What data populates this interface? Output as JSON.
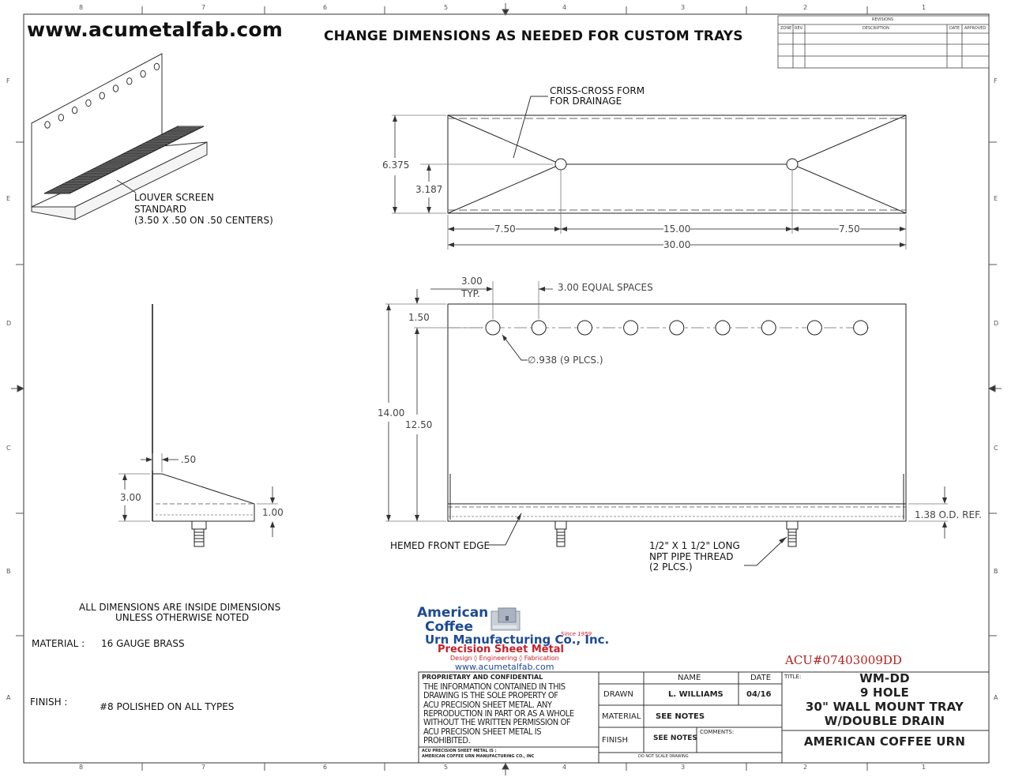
{
  "sheet": {
    "website": "www.acumetalfab.com",
    "heading": "CHANGE DIMENSIONS AS NEEDED FOR CUSTOM TRAYS",
    "zone_columns": [
      "8",
      "7",
      "6",
      "5",
      "4",
      "3",
      "2",
      "1"
    ],
    "zone_rows": [
      "F",
      "E",
      "D",
      "C",
      "B",
      "A"
    ]
  },
  "revisions": {
    "title": "REVISIONS",
    "columns": [
      "ZONE",
      "REV.",
      "DESCRIPTION",
      "DATE",
      "APPROVED"
    ]
  },
  "iso_view": {
    "callout": [
      "LOUVER SCREEN",
      "STANDARD",
      "(3.50 X .50 ON .50 CENTERS)"
    ]
  },
  "top_view": {
    "callout": [
      "CRISS-CROSS FORM",
      "FOR DRAINAGE"
    ],
    "dims": {
      "depth": "6.375",
      "half_depth": "3.187",
      "left": "7.50",
      "middle": "15.00",
      "right": "7.50",
      "overall": "30.00"
    }
  },
  "front_view": {
    "dims": {
      "spacing": "3.00",
      "typ": "TYP.",
      "equal_spaces": "3.00 EQUAL SPACES",
      "top_offset": "1.50",
      "hole_dia": "∅.938 (9 PLCS.)",
      "height": "14.00",
      "hole_height": "12.50",
      "od_ref": "1.38 O.D. REF."
    },
    "hole_count": 9,
    "callouts": {
      "hem": "HEMED FRONT EDGE",
      "thread": [
        "1/2\" X 1 1/2\" LONG",
        "NPT PIPE THREAD",
        "(2 PLCS.)"
      ]
    }
  },
  "side_view": {
    "dims": {
      "thickness": ".50",
      "tray_height": "3.00",
      "lip": "1.00"
    }
  },
  "notes": {
    "inside": [
      "ALL DIMENSIONS ARE INSIDE DIMENSIONS",
      "UNLESS OTHERWISE NOTED"
    ],
    "material_label": "MATERIAL :",
    "material_value": "16 GAUGE BRASS",
    "finish_label": "FINISH :",
    "finish_value": "#8 POLISHED ON ALL TYPES"
  },
  "logo": {
    "line1": "American",
    "line2": "Coffee",
    "line3": "Urn Manufacturing Co., Inc.",
    "since": "Since 1959",
    "psm": "Precision Sheet Metal",
    "tagline": "Design ◊ Engineering ◊ Fabrication",
    "url": "www.acumetalfab.com",
    "colors": {
      "blue": "#1d4a94",
      "red": "#c8202a"
    }
  },
  "part_number": "ACU#07403009DD",
  "title_block": {
    "prop_title": "PROPRIETARY AND CONFIDENTIAL",
    "prop_text": [
      "THE INFORMATION CONTAINED IN THIS",
      "DRAWING IS THE SOLE PROPERTY OF",
      "ACU PRECISION SHEET METAL.  ANY",
      "REPRODUCTION IN PART OR AS A WHOLE",
      "WITHOUT THE WRITTEN PERMISSION OF",
      "ACU PRECISION SHEET METAL IS",
      "PROHIBITED."
    ],
    "prop_footer": [
      "ACU PRECISION SHEET METAL IS :",
      "AMERICAN COFFEE URN MANUFACTURING CO., INC"
    ],
    "name_header": "NAME",
    "date_header": "DATE",
    "drawn_label": "DRAWN",
    "drawn_name": "L. WILLIAMS",
    "drawn_date": "04/16",
    "material_label": "MATERIAL",
    "material_value": "SEE NOTES",
    "finish_label": "FINISH",
    "finish_value": "SEE NOTES",
    "comments_label": "COMMENTS:",
    "title_label": "TITLE:",
    "title_lines": [
      "WM-DD",
      "9 HOLE",
      "30\" WALL MOUNT TRAY",
      "W/DOUBLE DRAIN"
    ],
    "company": "AMERICAN COFFEE URN",
    "do_not_scale": "DO NOT SCALE DRAWING"
  }
}
